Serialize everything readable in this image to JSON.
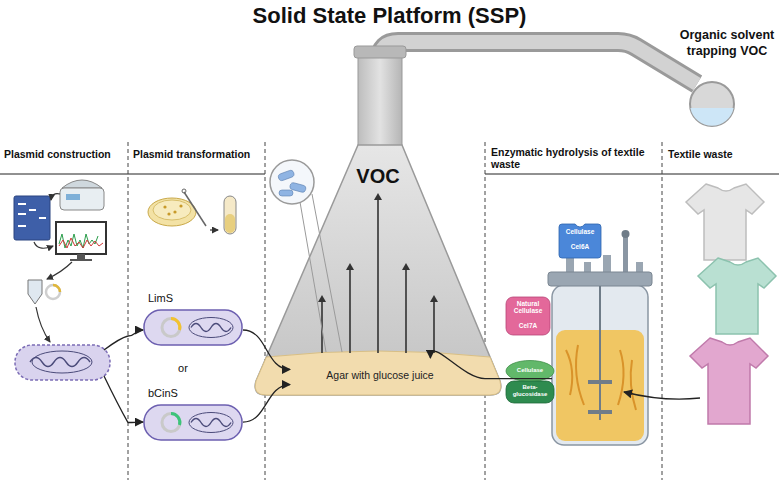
{
  "diagram": {
    "title": "Solid State Platform (SSP)",
    "nodes": [
      {
        "text": [
          "Plasmid construction"
        ]
      },
      {
        "text": [
          "Plasmid transformation"
        ]
      },
      {
        "text": [
          "LimS"
        ],
        "in": 1
      },
      {
        "text": [
          "bCinS"
        ],
        "in": 1
      },
      {
        "text": [
          "VOC"
        ]
      },
      {
        "text": [
          "Agar with glucose juice"
        ],
        "in": 4
      },
      {
        "text": [
          "Enzymatic hydrolysis of textile waste"
        ]
      },
      {
        "text": [
          "Cellulase",
          "Cel6A"
        ],
        "in": 6
      },
      {
        "text": [
          "Natural Cellulase",
          "Cel7A"
        ],
        "in": 6
      },
      {
        "text": [
          "Cellulase",
          "Beta-glucosidase"
        ],
        "in": 6
      },
      {
        "text": [
          "Textile waste"
        ]
      }
    ],
    "edges": [
      {
        "from": 0,
        "to": 2,
        "arrow": "to"
      },
      {
        "from": 0,
        "to": 3,
        "arrow": "to"
      },
      {
        "from": 2,
        "to": 5,
        "arrow": "to"
      },
      {
        "from": 3,
        "to": 5,
        "arrow": "to"
      },
      {
        "from": 6,
        "to": 5,
        "arrow": "to"
      }
    ],
    "labels": [
      "Organic solvent trapping VOC",
      "or"
    ]
  }
}
